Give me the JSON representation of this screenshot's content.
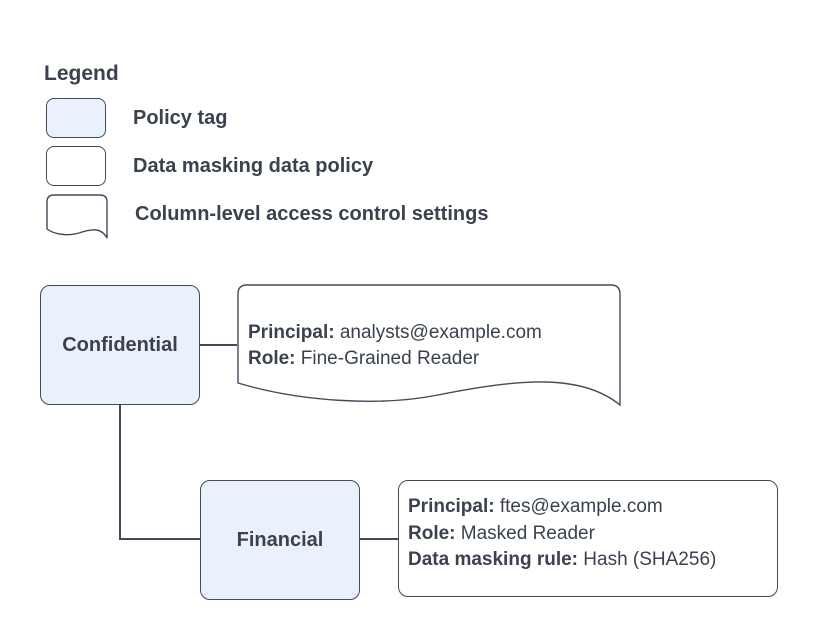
{
  "legend": {
    "title": "Legend",
    "items": [
      {
        "swatch": "policy-tag-swatch",
        "label": "Policy tag"
      },
      {
        "swatch": "data-policy-swatch",
        "label": "Data masking data policy"
      },
      {
        "swatch": "document-swatch",
        "label": "Column-level access control settings"
      }
    ]
  },
  "diagram": {
    "nodes": {
      "confidential": {
        "label": "Confidential"
      },
      "financial": {
        "label": "Financial"
      }
    },
    "access_settings": {
      "principal_label": "Principal:",
      "principal_value": "analysts@example.com",
      "role_label": "Role:",
      "role_value": "Fine-Grained Reader"
    },
    "masking_policy": {
      "principal_label": "Principal:",
      "principal_value": "ftes@example.com",
      "role_label": "Role:",
      "role_value": "Masked Reader",
      "rule_label": "Data masking rule:",
      "rule_value": "Hash (SHA256)"
    }
  },
  "colors": {
    "policy_tag_fill": "#e9f1fc",
    "shape_fill": "#ffffff",
    "stroke": "#414b5a",
    "text": "#3a424f",
    "background": "#ffffff"
  }
}
